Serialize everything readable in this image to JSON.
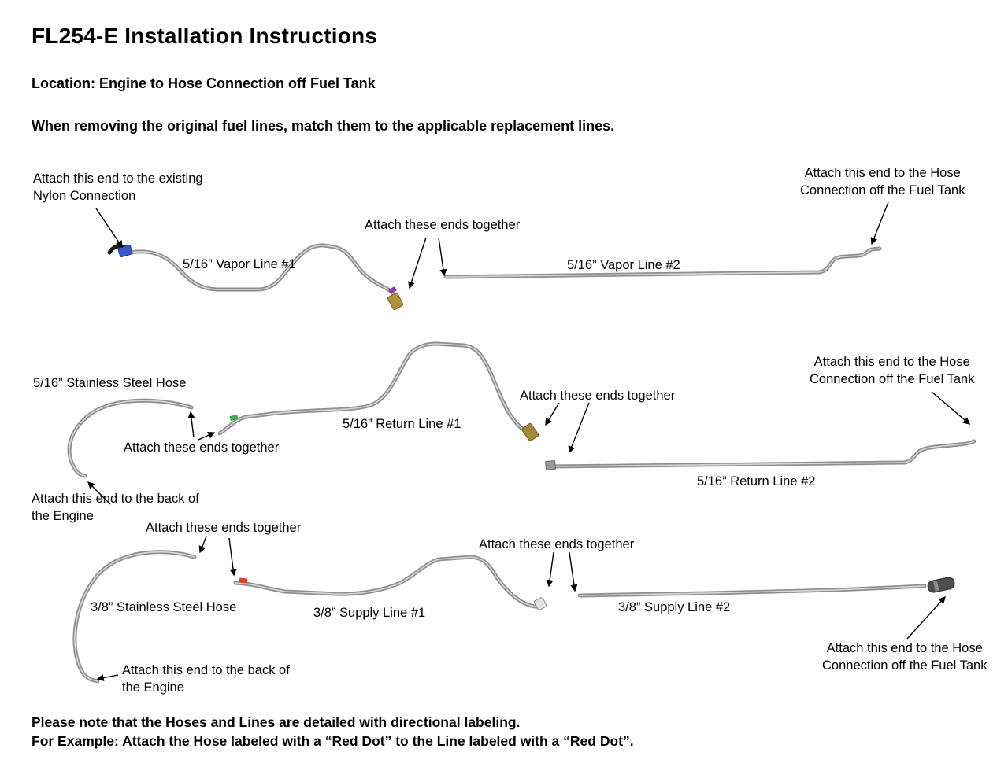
{
  "header": {
    "title": "FL254-E Installation Instructions",
    "location": "Location: Engine to Hose Connection off Fuel Tank",
    "instruction": "When removing the original fuel lines, match them to the applicable replacement lines."
  },
  "vapor_section": {
    "nylon_note": "Attach this end to the existing\nNylon Connection",
    "line1_label": "5/16” Vapor Line #1",
    "attach_note": "Attach these ends together",
    "line2_label": "5/16” Vapor Line #2",
    "tank_note": "Attach this end to the Hose\nConnection off the Fuel Tank"
  },
  "return_section": {
    "hose_label": "5/16” Stainless Steel Hose",
    "attach_note_left": "Attach these ends together",
    "line1_label": "5/16” Return Line #1",
    "attach_note_mid": "Attach these ends together",
    "tank_note": "Attach this end to the Hose\nConnection off the Fuel Tank",
    "line2_label": "5/16” Return Line #2",
    "engine_note": "Attach this end to the back of\nthe Engine"
  },
  "supply_section": {
    "attach_note_left": "Attach these ends together",
    "attach_note_mid": "Attach these ends together",
    "hose_label": "3/8” Stainless Steel Hose",
    "line1_label": "3/8” Supply Line #1",
    "line2_label": "3/8” Supply Line #2",
    "engine_note": "Attach this end to the back of\nthe Engine",
    "tank_note": "Attach this end to the Hose\nConnection off the Fuel Tank"
  },
  "footer": {
    "line1": "Please note that the Hoses and Lines are detailed with directional labeling.",
    "line2": "For Example: Attach the Hose labeled with a “Red Dot” to the Line labeled with a “Red Dot”."
  },
  "colors": {
    "tube_base": "#8e8e8e",
    "tube_highlight": "#d6d6d6",
    "brass_fitting": "#a5893a",
    "gold_fitting": "#b3913c",
    "blue_fitting": "#3a57c8",
    "green_marker": "#3fae49",
    "red_marker": "#d2422e",
    "purple_marker": "#8a3fa0",
    "dark_fitting": "#4e4e4e"
  }
}
